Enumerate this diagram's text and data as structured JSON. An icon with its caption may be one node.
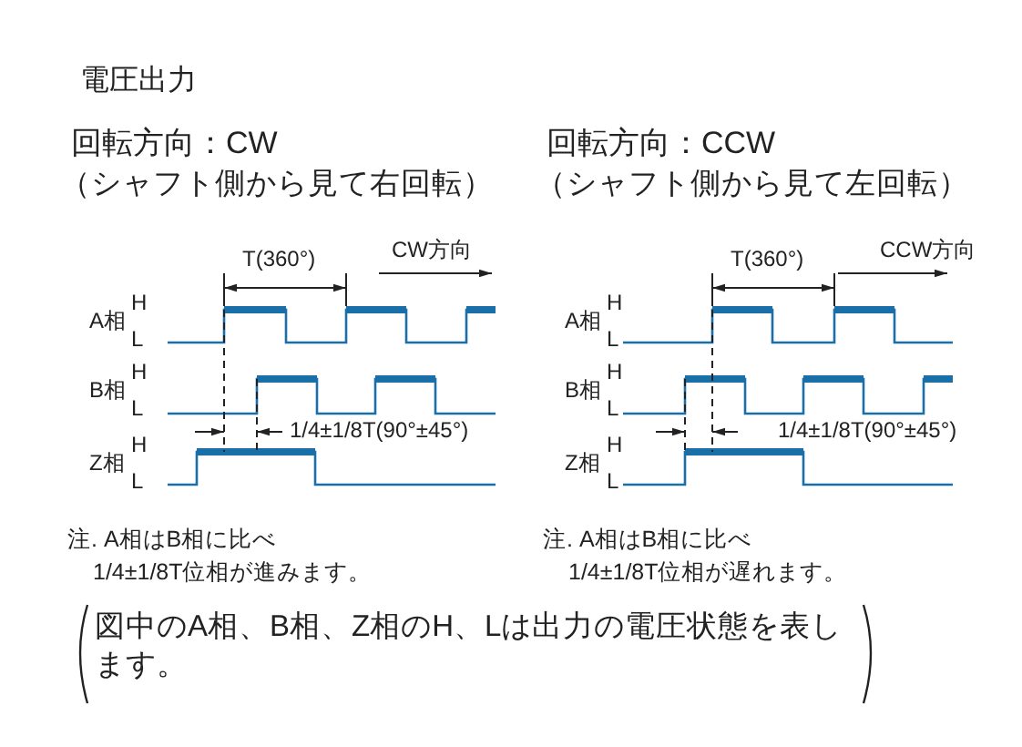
{
  "diagram": {
    "title": "電圧出力",
    "labels": [
      "回転方向：CW",
      "（シャフト側から見て右回転）",
      "T(360°)",
      "CW方向",
      "A相",
      "H",
      "L",
      "B相",
      "H",
      "L",
      "Z相",
      "H",
      "L",
      "1/4±1/8T(90°±45°)",
      "注. A相はB相に比べ",
      "1/4±1/8T位相が進みます。",
      "回転方向：CCW",
      "（シャフト側から見て左回転）",
      "T(360°)",
      "CCW方向",
      "A相",
      "H",
      "L",
      "B相",
      "H",
      "L",
      "Z相",
      "H",
      "L",
      "1/4±1/8T(90°±45°)",
      "注. A相はB相に比べ",
      "1/4±1/8T位相が遅れます。",
      "図中のA相、B相、Z相のH、Lは出力の電圧状態を表します。"
    ]
  }
}
